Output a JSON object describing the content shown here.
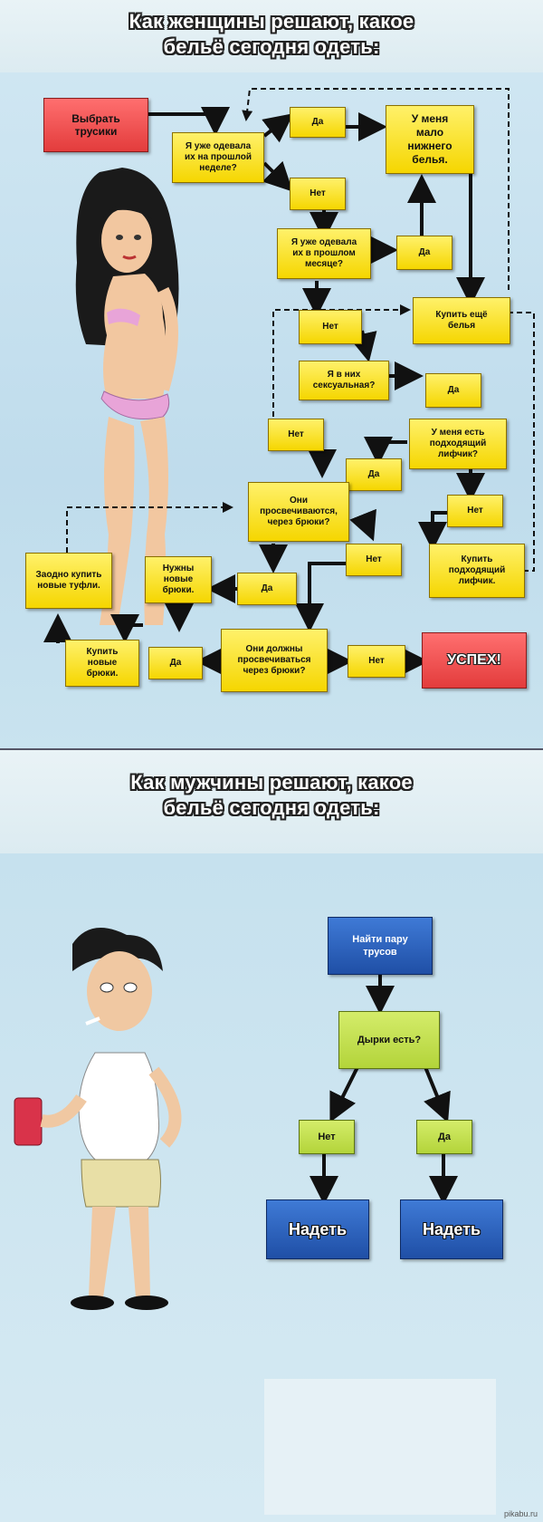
{
  "women": {
    "title": "Как женщины решают, какое\nбельё сегодня одеть:",
    "nodes": {
      "choose_panties": "Выбрать\nтрусики",
      "last_week": "Я уже одевала\nих на прошлой\nнеделе?",
      "yes1": "Да",
      "few_underwear": "У меня\nмало\nнижнего\nбелья.",
      "no1": "Нет",
      "last_month": "Я уже одевала\nих в прошлом\nмесяце?",
      "yes2": "Да",
      "buy_more": "Купить ещё\nбелья",
      "no2": "Нет",
      "sexy": "Я в них\nсексуальная?",
      "yes3": "Да",
      "no3": "Нет",
      "have_bra": "У меня есть\nподходящий\nлифчик?",
      "yes4": "Да",
      "see_through": "Они\nпросвечиваются,\nчерез брюки?",
      "no4": "Нет",
      "buy_bra": "Купить\nподходящий\nлифчик.",
      "buy_shoes": "Заодно купить\nновые туфли.",
      "need_pants": "Нужны\nновые\nбрюки.",
      "yes5": "Да",
      "no5": "Нет",
      "buy_pants": "Купить\nновые\nбрюки.",
      "yes6": "Да",
      "should_see": "Они должны\nпросвечиваться\nчерез брюки?",
      "no6": "Нет",
      "success": "УСПЕХ!"
    }
  },
  "men": {
    "title": "Как мужчины решают, какое\nбельё сегодня одеть:",
    "nodes": {
      "find_pair": "Найти пару\nтрусов",
      "holes": "Дырки есть?",
      "no": "Нет",
      "yes": "Да",
      "wear1": "Надеть",
      "wear2": "Надеть"
    }
  },
  "watermark": "pikabu.ru",
  "colors": {
    "yellow": "#f5d600",
    "red": "#e33c3c",
    "blue": "#1f4fa6",
    "green": "#b3d43a"
  }
}
